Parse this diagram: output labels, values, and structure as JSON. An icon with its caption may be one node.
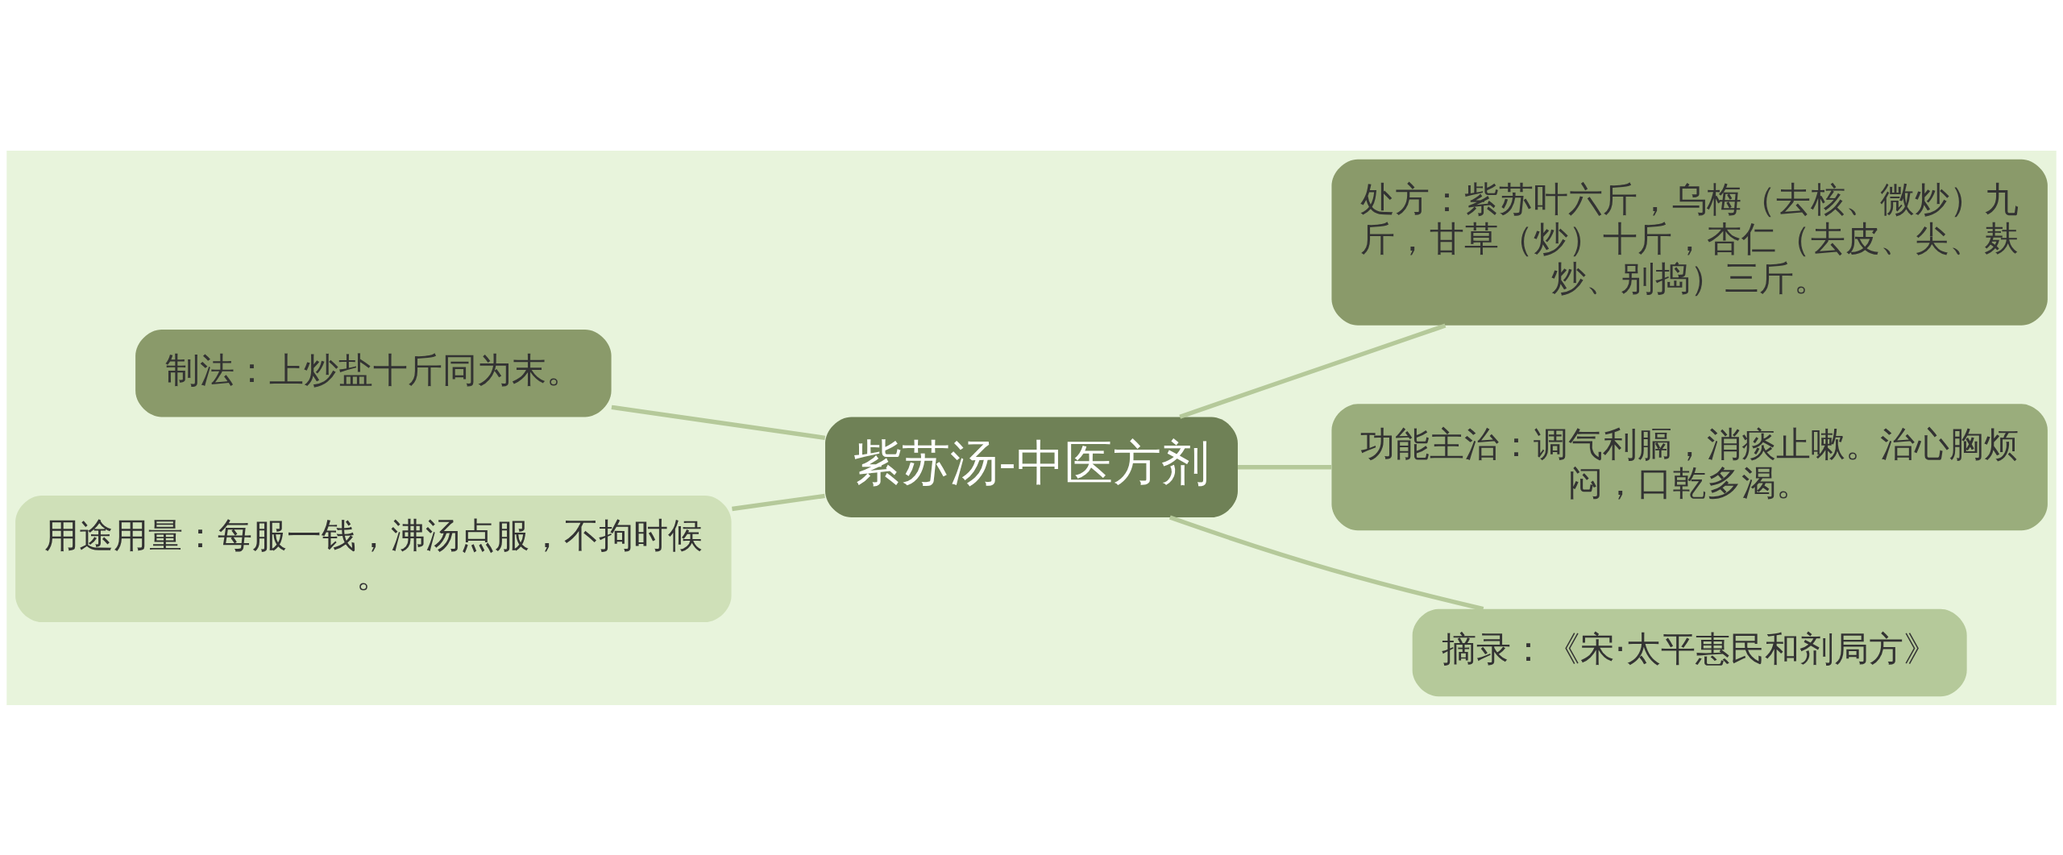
{
  "diagram": {
    "nodes": [
      {
        "text": [
          "紫苏汤-中医方剂"
        ]
      },
      {
        "text": [
          "制法：上炒盐十斤同为末。"
        ]
      },
      {
        "text": [
          "用途用量：每服一钱，沸汤点服，不拘时候。"
        ]
      },
      {
        "text": [
          "处方：紫苏叶六斤，乌梅（去核、微炒）九斤，甘草（炒）十斤，杏仁（去皮、尖、麸炒、别捣）三斤。"
        ]
      },
      {
        "text": [
          "功能主治：调气利膈，消痰止嗽。治心胸烦闷，口乾多渴。"
        ]
      },
      {
        "text": [
          "摘录：《宋·太平惠民和剂局方》"
        ]
      }
    ],
    "edges": [
      {
        "from": 0,
        "to": 1,
        "arrow": "none"
      },
      {
        "from": 0,
        "to": 2,
        "arrow": "none"
      },
      {
        "from": 0,
        "to": 3,
        "arrow": "none"
      },
      {
        "from": 0,
        "to": 4,
        "arrow": "none"
      },
      {
        "from": 0,
        "to": 5,
        "arrow": "none"
      }
    ]
  }
}
